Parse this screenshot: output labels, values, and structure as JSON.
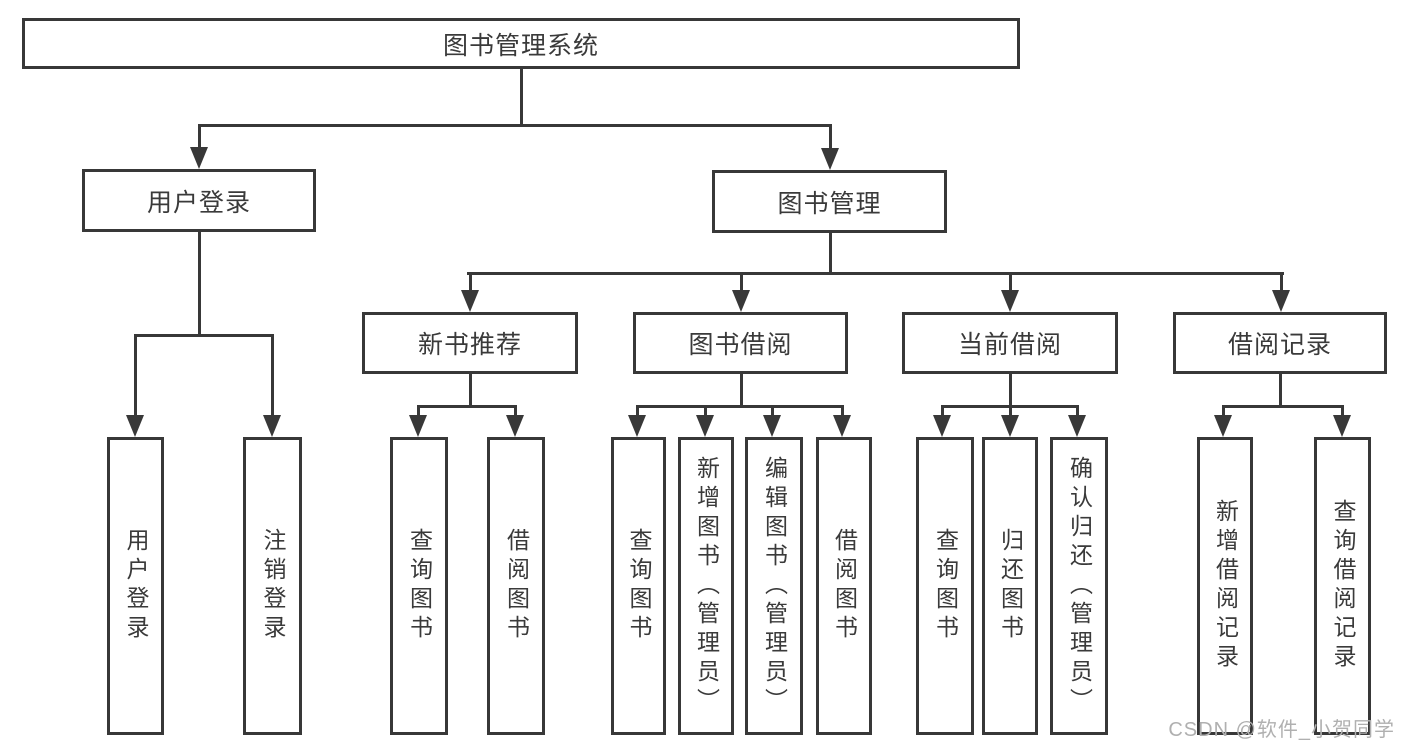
{
  "nodes": {
    "root": "图书管理系统",
    "level2": [
      "用户登录",
      "图书管理"
    ],
    "level3": [
      "新书推荐",
      "图书借阅",
      "当前借阅",
      "借阅记录"
    ],
    "leaves": {
      "user_login": [
        "用户登录",
        "注销登录"
      ],
      "new_book_recommend": [
        "查询图书",
        "借阅图书"
      ],
      "book_borrow": [
        "查询图书",
        "新增图书（管理员）",
        "编辑图书（管理员）",
        "借阅图书"
      ],
      "current_borrow": [
        "查询图书",
        "归还图书",
        "确认归还（管理员）"
      ],
      "borrow_records": [
        "新增借阅记录",
        "查询借阅记录"
      ]
    }
  },
  "watermark": "CSDN @软件_小贺同学",
  "colors": {
    "line": "#383838",
    "text": "#3a3a3a",
    "watermark": "#b0b0b0",
    "background": "#ffffff"
  }
}
